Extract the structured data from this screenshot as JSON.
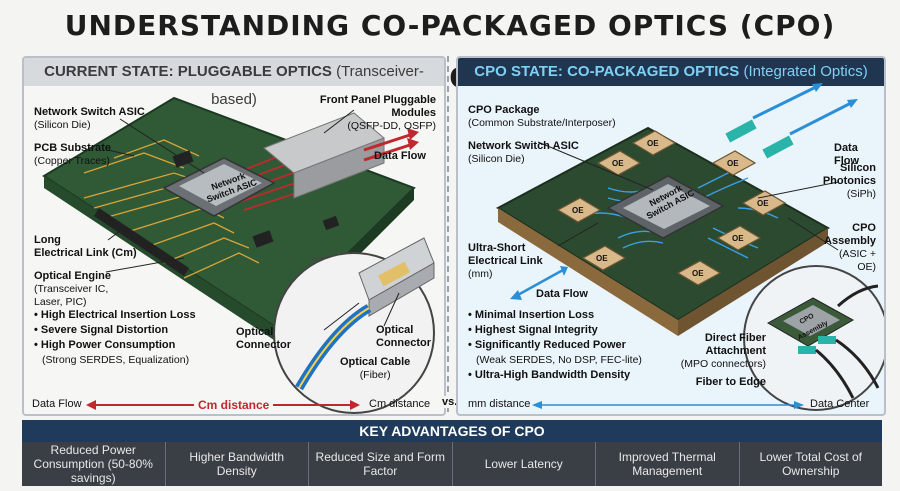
{
  "title": "UNDERSTANDING CO-PACKAGED OPTICS (CPO) TECHNOLOGY",
  "left": {
    "header_main": "CURRENT STATE: PLUGGABLE OPTICS",
    "header_sub": "(Transceiver-based)",
    "asic_label": "Network Switch ASIC",
    "asic_sub": "(Silicon Die)",
    "pcb_label": "PCB Substrate",
    "pcb_sub": "(Copper Traces)",
    "long_link": "Long",
    "long_link2": "Electrical Link (Cm)",
    "optical_engine": "Optical Engine",
    "optical_engine_sub1": "(Transceiver IC,",
    "optical_engine_sub2": "Laser, PIC)",
    "front_panel": "Front Panel Pluggable Modules",
    "front_panel_sub": "(QSFP-DD, OSFP)",
    "data_flow": "Data Flow",
    "chip_text": "Network Switch ASIC",
    "optical_connector_1": "Optical Connector",
    "optical_connector_2": "Optical Connector",
    "optical_cable": "Optical Cable",
    "optical_cable_sub": "(Fiber)",
    "bullets": [
      "High Electrical Insertion Loss",
      "Severe Signal Distortion",
      "High Power Consumption"
    ],
    "bullet_sub": "(Strong SERDES, Equalization)",
    "bottom_left": "Data Flow",
    "bottom_mid": "Cm distance",
    "bottom_right": "Cm distance"
  },
  "vs": "vs.",
  "right": {
    "header_main": "CPO STATE: CO-PACKAGED OPTICS",
    "header_sub": "(Integrated Optics)",
    "cpo_package": "CPO Package",
    "cpo_package_sub": "(Common Substrate/Interposer)",
    "asic_label": "Network Switch ASIC",
    "asic_sub": "(Silicon Die)",
    "data_flow_top": "Data Flow",
    "siph": "Silicon Photonics",
    "siph_sub": "(SiPh)",
    "cpo_assembly1": "CPO",
    "cpo_assembly2": "Assembly",
    "cpo_assembly_sub": "(ASIC + OE)",
    "ultra_short1": "Ultra-Short",
    "ultra_short2": "Electrical Link",
    "ultra_short_sub": "(mm)",
    "data_flow_mid": "Data Flow",
    "chip_text": "Network Switch ASIC",
    "oe": "OE",
    "assembly_chip": "CPO Assembly",
    "direct_fiber1": "Direct Fiber",
    "direct_fiber2": "Attachment",
    "direct_fiber_sub": "(MPO connectors)",
    "fiber_edge": "Fiber to Edge",
    "bullets": [
      "Minimal Insertion Loss",
      "Highest Signal Integrity",
      "Significantly Reduced Power",
      "Ultra-High Bandwidth Density"
    ],
    "bullet_sub": "(Weak SERDES, No DSP, FEC-lite)",
    "bottom_left": "mm distance",
    "bottom_right": "Data Center"
  },
  "advantages_title": "KEY ADVANTAGES OF CPO",
  "advantages": [
    "Reduced Power Consumption (50-80% savings)",
    "Higher Bandwidth Density",
    "Reduced Size and Form Factor",
    "Lower Latency",
    "Improved Thermal Management",
    "Lower Total Cost of Ownership"
  ],
  "colors": {
    "pcb": "#2f5a35",
    "trace": "#d9a23a",
    "red_arrow": "#c0282d",
    "blue_arrow": "#2a8fd6",
    "teal": "#2ab3a8"
  }
}
